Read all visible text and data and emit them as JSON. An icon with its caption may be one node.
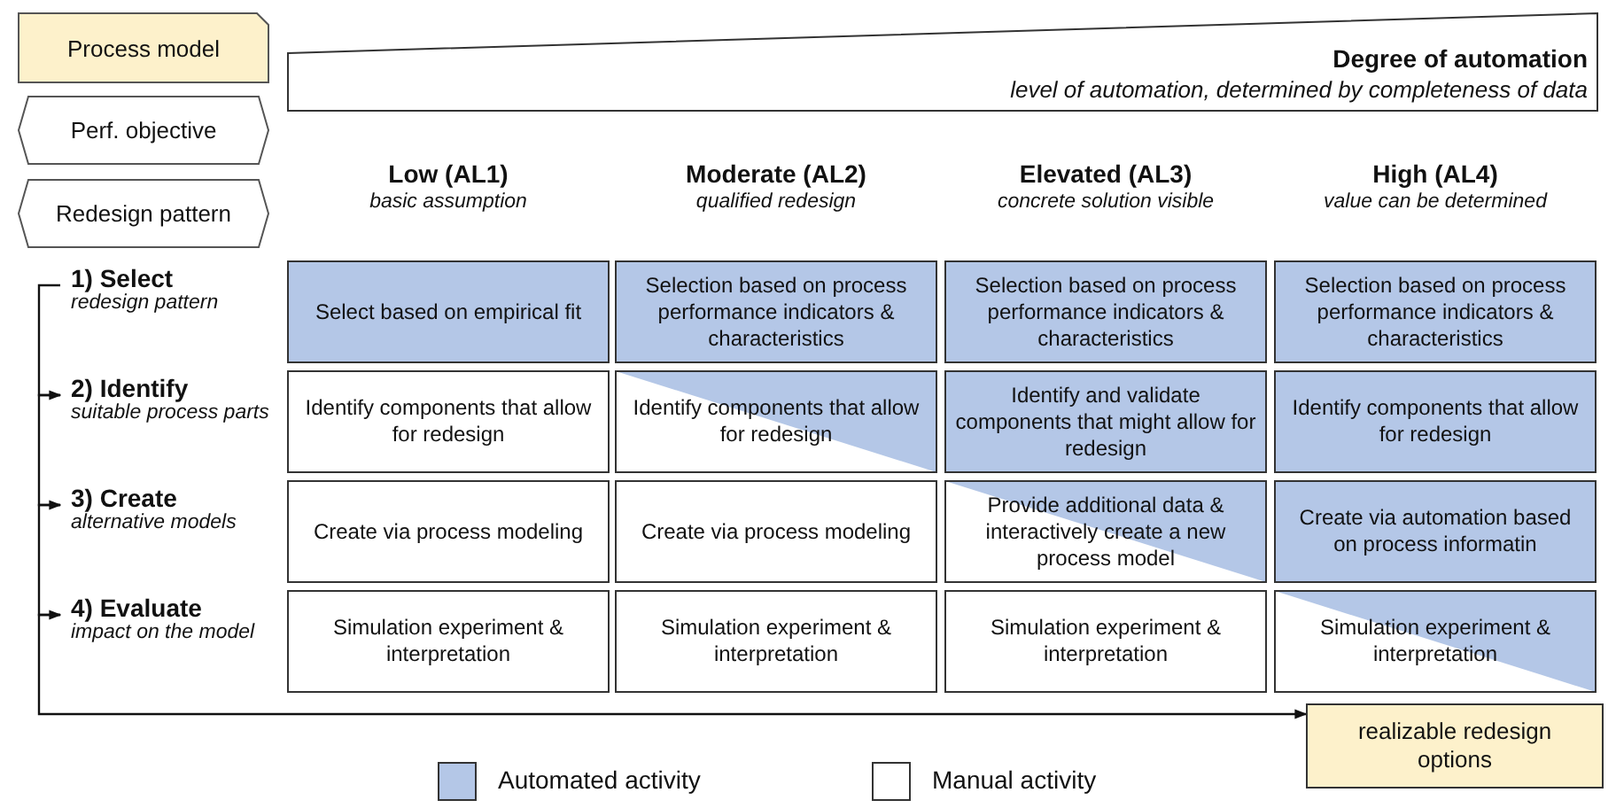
{
  "diagram": {
    "nodes": [
      {
        "text": [
          "Process model"
        ]
      },
      {
        "text": [
          "Degree of automation",
          "level of automation, determined by completeness of data"
        ]
      },
      {
        "text": [
          "Perf. objective"
        ]
      },
      {
        "text": [
          "Redesign pattern"
        ]
      },
      {
        "text": [
          "1) Select",
          "redesign pattern"
        ]
      },
      {
        "text": [
          "Select based on empirical fit"
        ]
      },
      {
        "text": [
          "Selection based on process performance indicators & characteristics"
        ]
      },
      {
        "text": [
          "Selection based on process performance indicators & characteristics"
        ]
      },
      {
        "text": [
          "Selection based on process performance indicators & characteristics"
        ]
      },
      {
        "text": [
          "2) Identify",
          "suitable process parts"
        ]
      },
      {
        "text": [
          "Identify components that allow for redesign"
        ]
      },
      {
        "text": [
          "Identify components that allow for redesign"
        ]
      },
      {
        "text": [
          "Identify and validate components that might allow for redesign"
        ]
      },
      {
        "text": [
          "Identify components that allow for redesign"
        ]
      },
      {
        "text": [
          "3) Create",
          "alternative models"
        ]
      },
      {
        "text": [
          "Create via process modeling"
        ]
      },
      {
        "text": [
          "Create via process modeling"
        ]
      },
      {
        "text": [
          "Provide additional data & interactively create a new process model"
        ]
      },
      {
        "text": [
          "Create via automation based on process informatin"
        ]
      },
      {
        "text": [
          "4) Evaluate",
          "impact on the model"
        ]
      },
      {
        "text": [
          "Simulation experiment & interpretation"
        ]
      },
      {
        "text": [
          "Simulation experiment & interpretation"
        ]
      },
      {
        "text": [
          "Simulation experiment & interpretation"
        ]
      },
      {
        "text": [
          "Simulation experiment & interpretation"
        ]
      },
      {
        "text": [
          "realizable redesign options"
        ]
      }
    ],
    "edges": [
      {
        "from": 4,
        "to": 9,
        "arrow": "to"
      },
      {
        "from": 9,
        "to": 14,
        "arrow": "to"
      },
      {
        "from": 14,
        "to": 19,
        "arrow": "to"
      },
      {
        "from": 19,
        "to": 24,
        "arrow": "to"
      }
    ],
    "labels": [
      "Low (AL1)",
      "basic assumption",
      "Moderate (AL2)",
      "qualified redesign",
      "Elevated (AL3)",
      "concrete solution visible",
      "High (AL4)",
      "value can be determined"
    ],
    "legend": [
      {
        "text": "Automated activity",
        "color": "#b4c7e7"
      },
      {
        "text": "Manual activity",
        "color": "#ffffff"
      }
    ]
  }
}
